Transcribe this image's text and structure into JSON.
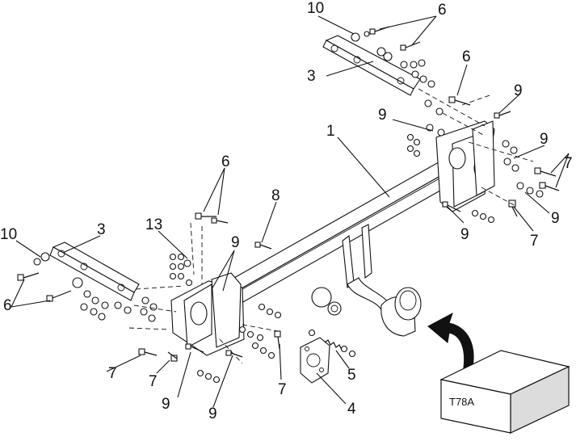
{
  "callouts": [
    {
      "id": "c-10-top",
      "text": "10"
    },
    {
      "id": "c-6-top",
      "text": "6"
    },
    {
      "id": "c-3-top",
      "text": "3"
    },
    {
      "id": "c-6-mid",
      "text": "6"
    },
    {
      "id": "c-9-upper-r",
      "text": "9"
    },
    {
      "id": "c-9-upper-l",
      "text": "9"
    },
    {
      "id": "c-1",
      "text": "1"
    },
    {
      "id": "c-9-right1",
      "text": "9"
    },
    {
      "id": "c-7-right",
      "text": "7"
    },
    {
      "id": "c-9-right2",
      "text": "9"
    },
    {
      "id": "c-9-right3",
      "text": "9"
    },
    {
      "id": "c-7-right2",
      "text": "7"
    },
    {
      "id": "c-6-left",
      "text": "6"
    },
    {
      "id": "c-8",
      "text": "8"
    },
    {
      "id": "c-13",
      "text": "13"
    },
    {
      "id": "c-9-left",
      "text": "9"
    },
    {
      "id": "c-10-left",
      "text": "10"
    },
    {
      "id": "c-3-left",
      "text": "3"
    },
    {
      "id": "c-6-left2",
      "text": "6"
    },
    {
      "id": "c-7-low1",
      "text": "7"
    },
    {
      "id": "c-7-low2",
      "text": "7"
    },
    {
      "id": "c-9-low1",
      "text": "9"
    },
    {
      "id": "c-9-low2",
      "text": "9"
    },
    {
      "id": "c-7-low3",
      "text": "7"
    },
    {
      "id": "c-5",
      "text": "5"
    },
    {
      "id": "c-4",
      "text": "4"
    }
  ],
  "model_box": {
    "label": "T78A"
  },
  "colors": {
    "stroke": "#111111",
    "panel": "#ffffff",
    "box_shade": "#dcdcdc"
  }
}
